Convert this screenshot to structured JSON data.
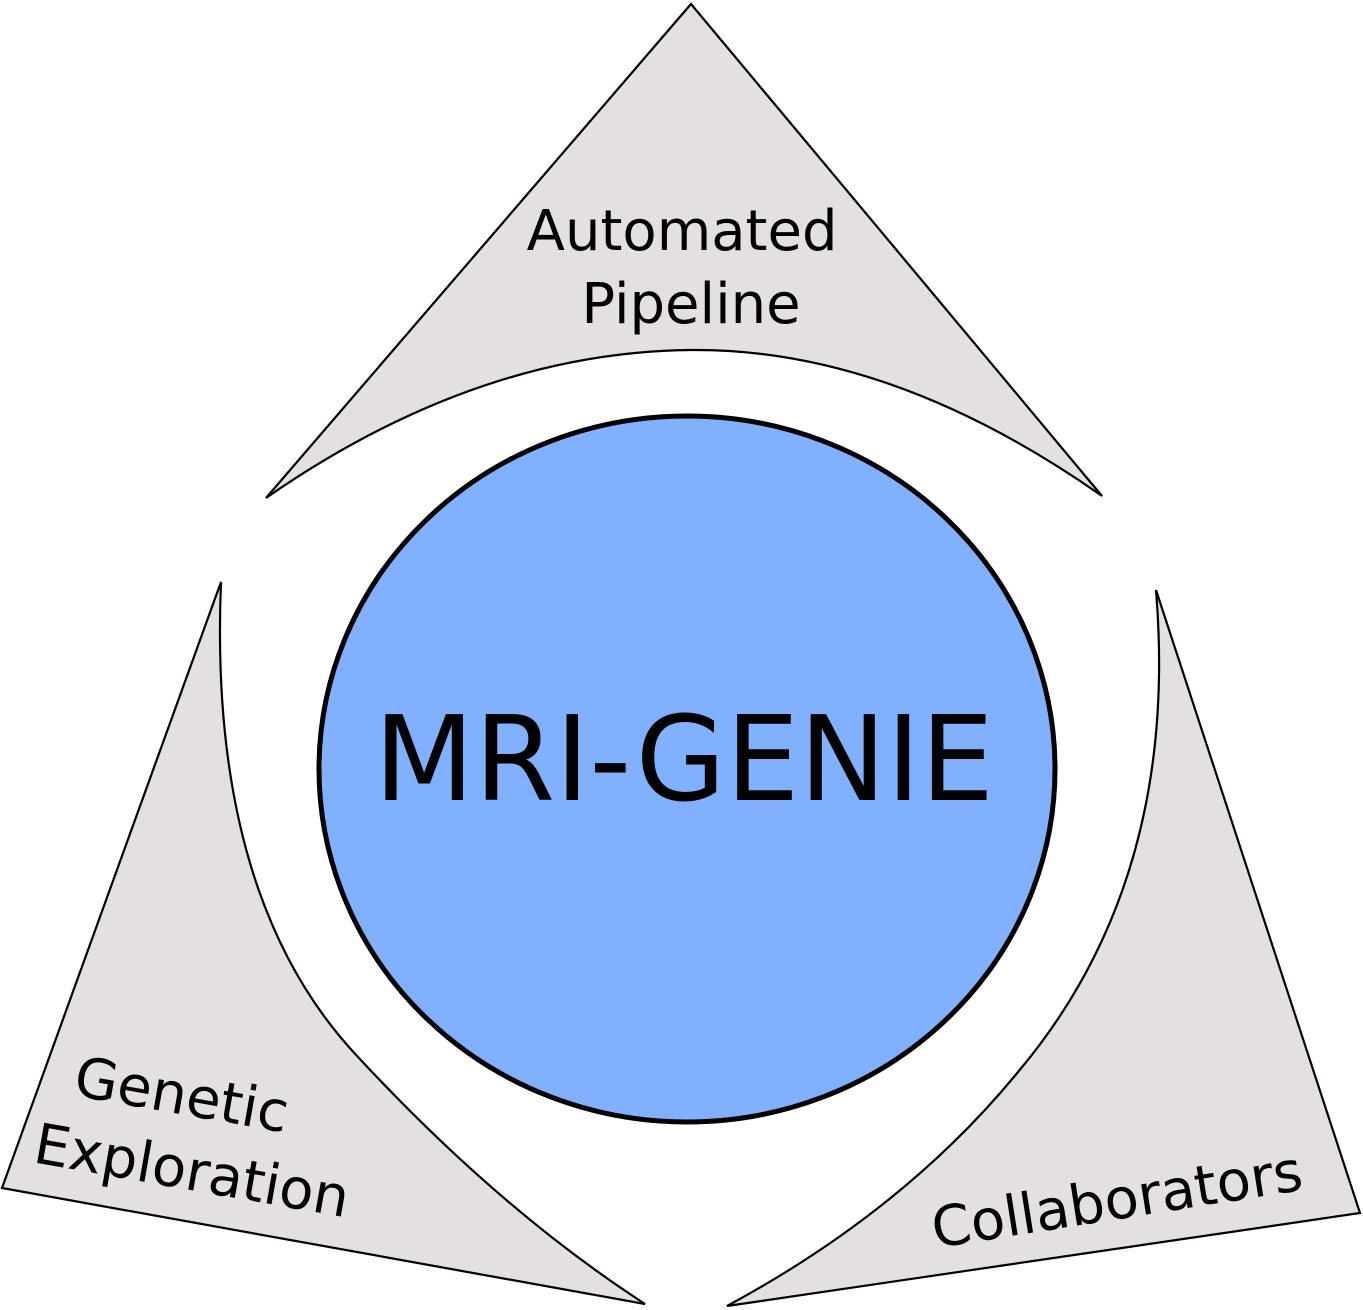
{
  "center": {
    "label": "MRI-GENIE",
    "fill_color": "#80b0fe"
  },
  "segments": [
    {
      "lines": [
        "Automated",
        "Pipeline"
      ]
    },
    {
      "lines": [
        "Genetic",
        "Exploration"
      ]
    },
    {
      "lines": [
        "Collaborators"
      ]
    }
  ],
  "colors": {
    "segment_fill": "#e3e0df",
    "outline": "#000000",
    "background": "#ffffff"
  }
}
